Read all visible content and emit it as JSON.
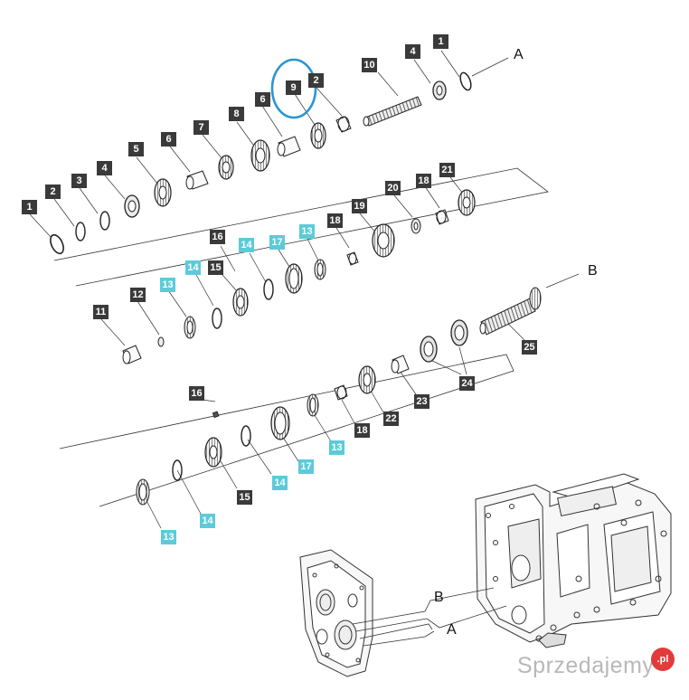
{
  "labels": {
    "top_1a": "1",
    "top_4a": "4",
    "top_10": "10",
    "top_9": "9",
    "top_2a": "2",
    "top_6a": "6",
    "top_8": "8",
    "top_7": "7",
    "top_6b": "6",
    "top_5": "5",
    "top_4b": "4",
    "top_3": "3",
    "top_2b": "2",
    "top_1b": "1",
    "mid_21": "21",
    "mid_18a": "18",
    "mid_20": "20",
    "mid_19": "19",
    "mid_18b": "18",
    "mid_13a": "13",
    "mid_17a": "17",
    "mid_14a": "14",
    "mid_16a": "16",
    "mid_15a": "15",
    "mid_14b": "14",
    "mid_13b": "13",
    "mid_12": "12",
    "mid_11": "11",
    "low_25": "25",
    "low_24": "24",
    "low_23": "23",
    "low_22": "22",
    "low_18": "18",
    "low_13a": "13",
    "low_17": "17",
    "low_16": "16",
    "low_14a": "14",
    "low_15": "15",
    "low_14b": "14",
    "low_13b": "13"
  },
  "letters": {
    "a_top": "A",
    "b_mid": "B",
    "b_housing": "B",
    "a_housing": "A"
  },
  "watermark": {
    "text": "Sprzedajemy",
    "badge": ".pl"
  },
  "colors": {
    "label_dark": "#3a3a3a",
    "label_cyan": "#5ccbd8",
    "highlight_circle": "#2a95d0",
    "line": "#333333"
  }
}
